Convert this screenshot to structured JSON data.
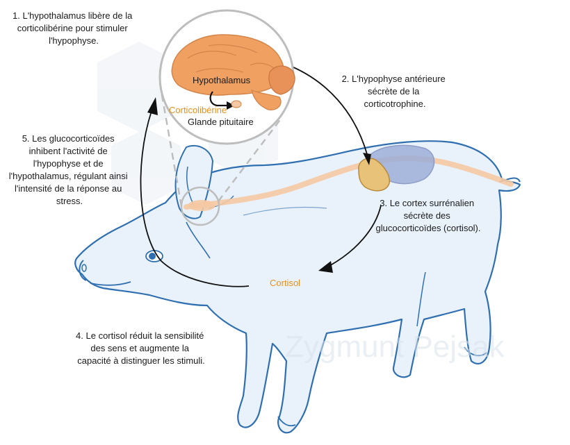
{
  "steps": {
    "step1": [
      "1. L'hypothalamus libère de la",
      "corticolibérine pour stimuler",
      "l'hypophyse."
    ],
    "step2": [
      "2. L'hypophyse antérieure",
      "sécrète de la",
      "corticotrophine."
    ],
    "step3": [
      "3. Le cortex surrénalien",
      "sécrète des",
      "glucocorticoïdes (cortisol)."
    ],
    "step4": [
      "4. Le cortisol réduit la sensibilité",
      "des sens et augmente la",
      "capacité à distinguer les stimuli."
    ],
    "step5": [
      "5. Les glucocorticoïdes",
      "inhibent l'activité de",
      "l'hypophyse et de",
      "l'hypothalamus, régulant ainsi",
      "l'intensité de la réponse au",
      "stress."
    ]
  },
  "labels": {
    "hypothalamus": "Hypothalamus",
    "corticoliberine": "Corticolibérine",
    "glande": "Glande pituitaire",
    "cortisol": "Cortisol"
  },
  "watermark": "Zygmunt Pejsak",
  "colors": {
    "outline": "#2f6fb0",
    "body_fill": "#e9f2fb",
    "brain": "#f0a060",
    "kidney": "#e9c27a",
    "adrenal": "#9eaed8",
    "pathway": "#f5c9a3",
    "accent": "#e8901c"
  }
}
